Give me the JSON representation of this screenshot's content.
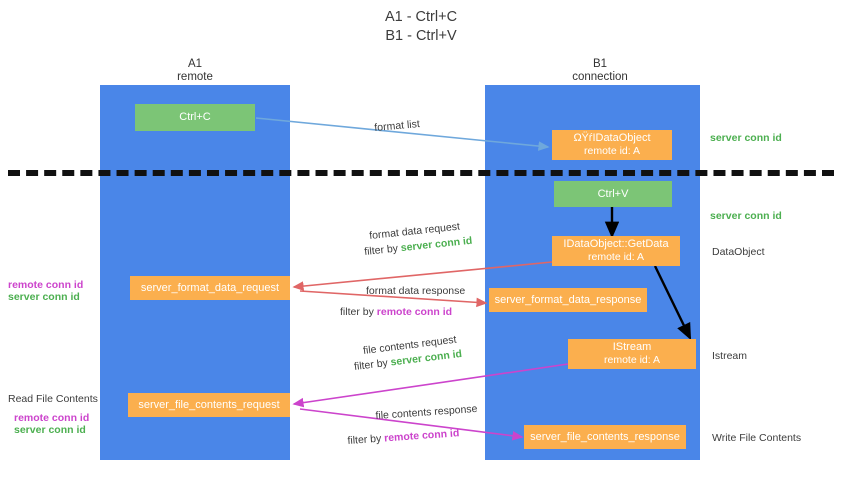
{
  "title": {
    "line1": "A1 - Ctrl+C",
    "line2": "B1 - Ctrl+V"
  },
  "colors": {
    "lane": "#4a86e8",
    "orange": "#fbaf4e",
    "green": "#7cc576",
    "green_text": "#4caf50",
    "magenta_text": "#cc44cc",
    "arrow_blue": "#6fa8dc",
    "arrow_red": "#e06666",
    "arrow_magenta": "#cc44cc",
    "arrow_black": "#000000",
    "background": "#ffffff"
  },
  "lanes": [
    {
      "id": "a1",
      "title": "A1",
      "subtitle": "remote"
    },
    {
      "id": "b1",
      "title": "B1",
      "subtitle": "connection"
    }
  ],
  "boxes": [
    {
      "id": "ctrl-c",
      "kind": "green",
      "line1": "Ctrl+C",
      "line2": ""
    },
    {
      "id": "idataobject-create",
      "kind": "orange",
      "line1": "ΩΫŕIDataObject",
      "line2": "remote id: A"
    },
    {
      "id": "ctrl-v",
      "kind": "green",
      "line1": "Ctrl+V",
      "line2": ""
    },
    {
      "id": "idataobject-getdata",
      "kind": "orange",
      "line1": "IDataObject::GetData",
      "line2": "remote id: A"
    },
    {
      "id": "server-format-data-request",
      "kind": "orange",
      "line1": "server_format_data_request",
      "line2": ""
    },
    {
      "id": "server-format-data-response",
      "kind": "orange",
      "line1": "server_format_data_response",
      "line2": ""
    },
    {
      "id": "istream",
      "kind": "orange",
      "line1": "IStream",
      "line2": "remote id: A"
    },
    {
      "id": "server-file-contents-request",
      "kind": "orange",
      "line1": "server_file_contents_request",
      "line2": ""
    },
    {
      "id": "server-file-contents-response",
      "kind": "orange",
      "line1": "server_file_contents_response",
      "line2": ""
    }
  ],
  "flow_labels": {
    "format_list": "format list",
    "format_data_request": "format data request",
    "format_data_response": "format data response",
    "file_contents_request": "file contents request",
    "file_contents_response": "file contents response",
    "filter_by": "filter by",
    "server_conn_id": "server conn id",
    "remote_conn_id": "remote conn id"
  },
  "right_labels": [
    {
      "id": "right-server-conn-id-1",
      "text": "server conn id",
      "style": "green"
    },
    {
      "id": "right-server-conn-id-2",
      "text": "server conn id",
      "style": "green"
    },
    {
      "id": "right-dataobject",
      "text": "DataObject",
      "style": "plain"
    },
    {
      "id": "right-istream",
      "text": "Istream",
      "style": "plain"
    },
    {
      "id": "right-write-file-contents",
      "text": "Write File Contents",
      "style": "plain"
    }
  ],
  "left_labels": [
    {
      "id": "left-remote-conn-id-1",
      "text": "remote conn id",
      "style": "magenta"
    },
    {
      "id": "left-server-conn-id-1",
      "text": "server conn id",
      "style": "green"
    },
    {
      "id": "left-read-file-contents",
      "text": "Read File Contents",
      "style": "plain"
    },
    {
      "id": "left-remote-conn-id-2",
      "text": "remote conn id",
      "style": "magenta"
    },
    {
      "id": "left-server-conn-id-2",
      "text": "server conn id",
      "style": "green"
    }
  ]
}
